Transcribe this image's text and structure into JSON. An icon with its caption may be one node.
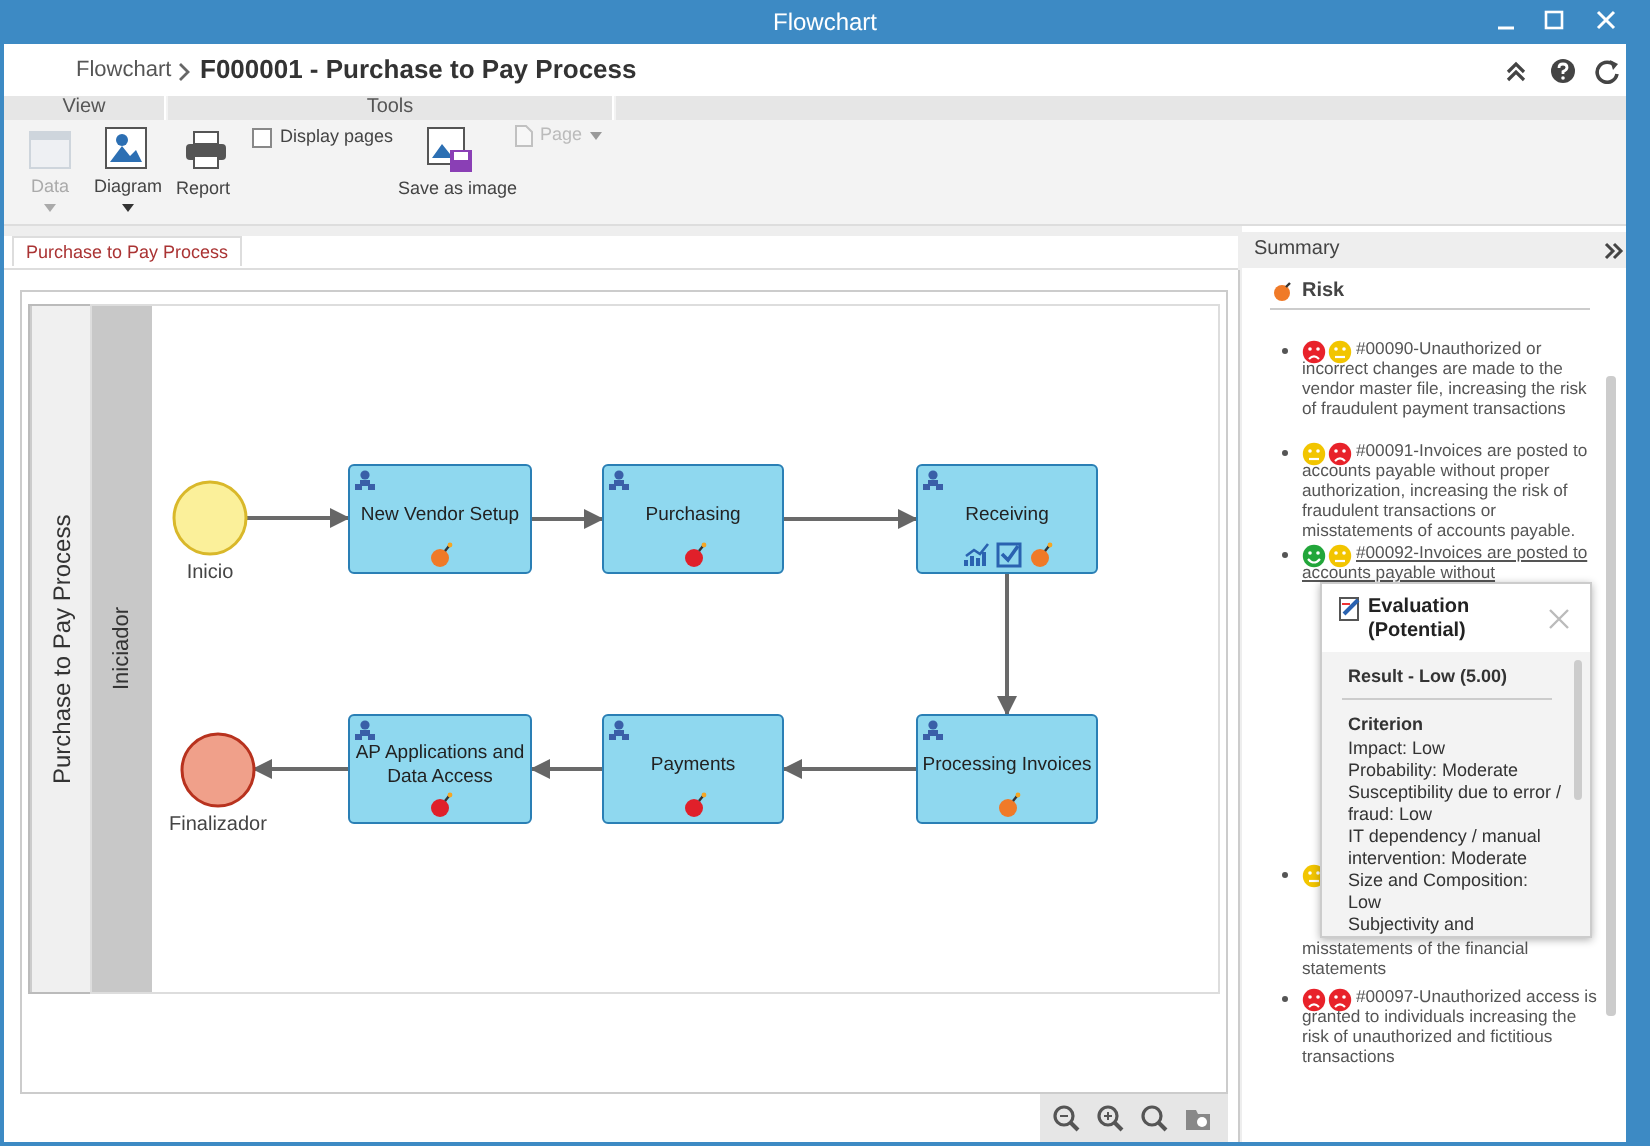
{
  "diagram": {
    "nodes": [
      {
        "text": [
          "Purchase to Pay Process"
        ]
      },
      {
        "text": [
          "Iniciador"
        ],
        "in": 0
      },
      {
        "text": [
          "Inicio"
        ],
        "in": 1
      },
      {
        "text": [
          "New Vendor Setup"
        ],
        "in": 1
      },
      {
        "text": [
          "Purchasing"
        ],
        "in": 1
      },
      {
        "text": [
          "Receiving"
        ],
        "in": 1
      },
      {
        "text": [
          "Processing Invoices"
        ],
        "in": 1
      },
      {
        "text": [
          "Payments"
        ],
        "in": 1
      },
      {
        "text": [
          "AP Applications and Data Access"
        ],
        "in": 1
      },
      {
        "text": [
          "Finalizador"
        ],
        "in": 1
      }
    ],
    "edges": [
      {
        "from": 2,
        "to": 3,
        "arrow": "to"
      },
      {
        "from": 3,
        "to": 4,
        "arrow": "to"
      },
      {
        "from": 4,
        "to": 5,
        "arrow": "to"
      },
      {
        "from": 5,
        "to": 6,
        "arrow": "to"
      },
      {
        "from": 6,
        "to": 7,
        "arrow": "to"
      },
      {
        "from": 7,
        "to": 8,
        "arrow": "to"
      },
      {
        "from": 8,
        "to": 9,
        "arrow": "to"
      }
    ],
    "labels": [
      "Flowchart",
      "Flowchart",
      "F000001 - Purchase to Pay Process",
      "View",
      "Tools",
      "Data",
      "Diagram",
      "Report",
      "Display pages",
      "Save as image",
      "Page",
      "Purchase to Pay Process",
      "Summary",
      "Risk",
      "#00090-Unauthorized or incorrect changes are made to the vendor master file, increasing the risk of fraudulent payment transactions",
      "#00091-Invoices are posted to accounts payable without proper authorization, increasing the risk of fraudulent transactions or misstatements of accounts payable.",
      "#00092-Invoices are posted to accounts payable without",
      "misstatements of the financial statements",
      "#00097-Unauthorized access is granted to individuals increasing the risk of unauthorized and fictitious transactions",
      "Evaluation (Potential)",
      "Result - Low (5.00)",
      "Criterion",
      "Impact: Low",
      "Probability: Moderate",
      "Susceptibility due to error / fraud: Low",
      "IT dependency / manual intervention: Moderate",
      "Size and Composition: Low",
      "Subjectivity and"
    ]
  }
}
